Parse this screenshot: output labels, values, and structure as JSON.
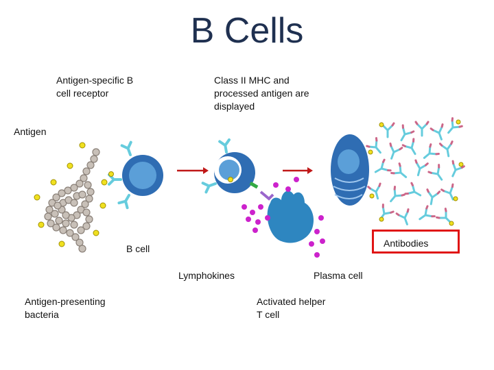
{
  "title": "B Cells",
  "labels": {
    "antigen_specific_receptor": "Antigen-specific B\ncell receptor",
    "mhc_display": "Class II MHC and\nprocessed antigen are\ndisplayed",
    "antigen": "Antigen",
    "b_cell": "B cell",
    "lymphokines": "Lymphokines",
    "plasma_cell": "Plasma cell",
    "antigen_presenting_bacteria": "Antigen-presenting\nbacteria",
    "activated_helper_t_cell": "Activated helper\nT cell",
    "antibodies": "Antibodies"
  },
  "colors": {
    "title": "#1f3050",
    "cell_blue": "#2f6db3",
    "nucleus_blue": "#5b9fd8",
    "receptor_cyan": "#66ccdd",
    "antigen_yellow": "#f0e020",
    "lymphokine_magenta": "#cc22cc",
    "arrow_red": "#c01818",
    "highlight_red": "#e01414"
  }
}
